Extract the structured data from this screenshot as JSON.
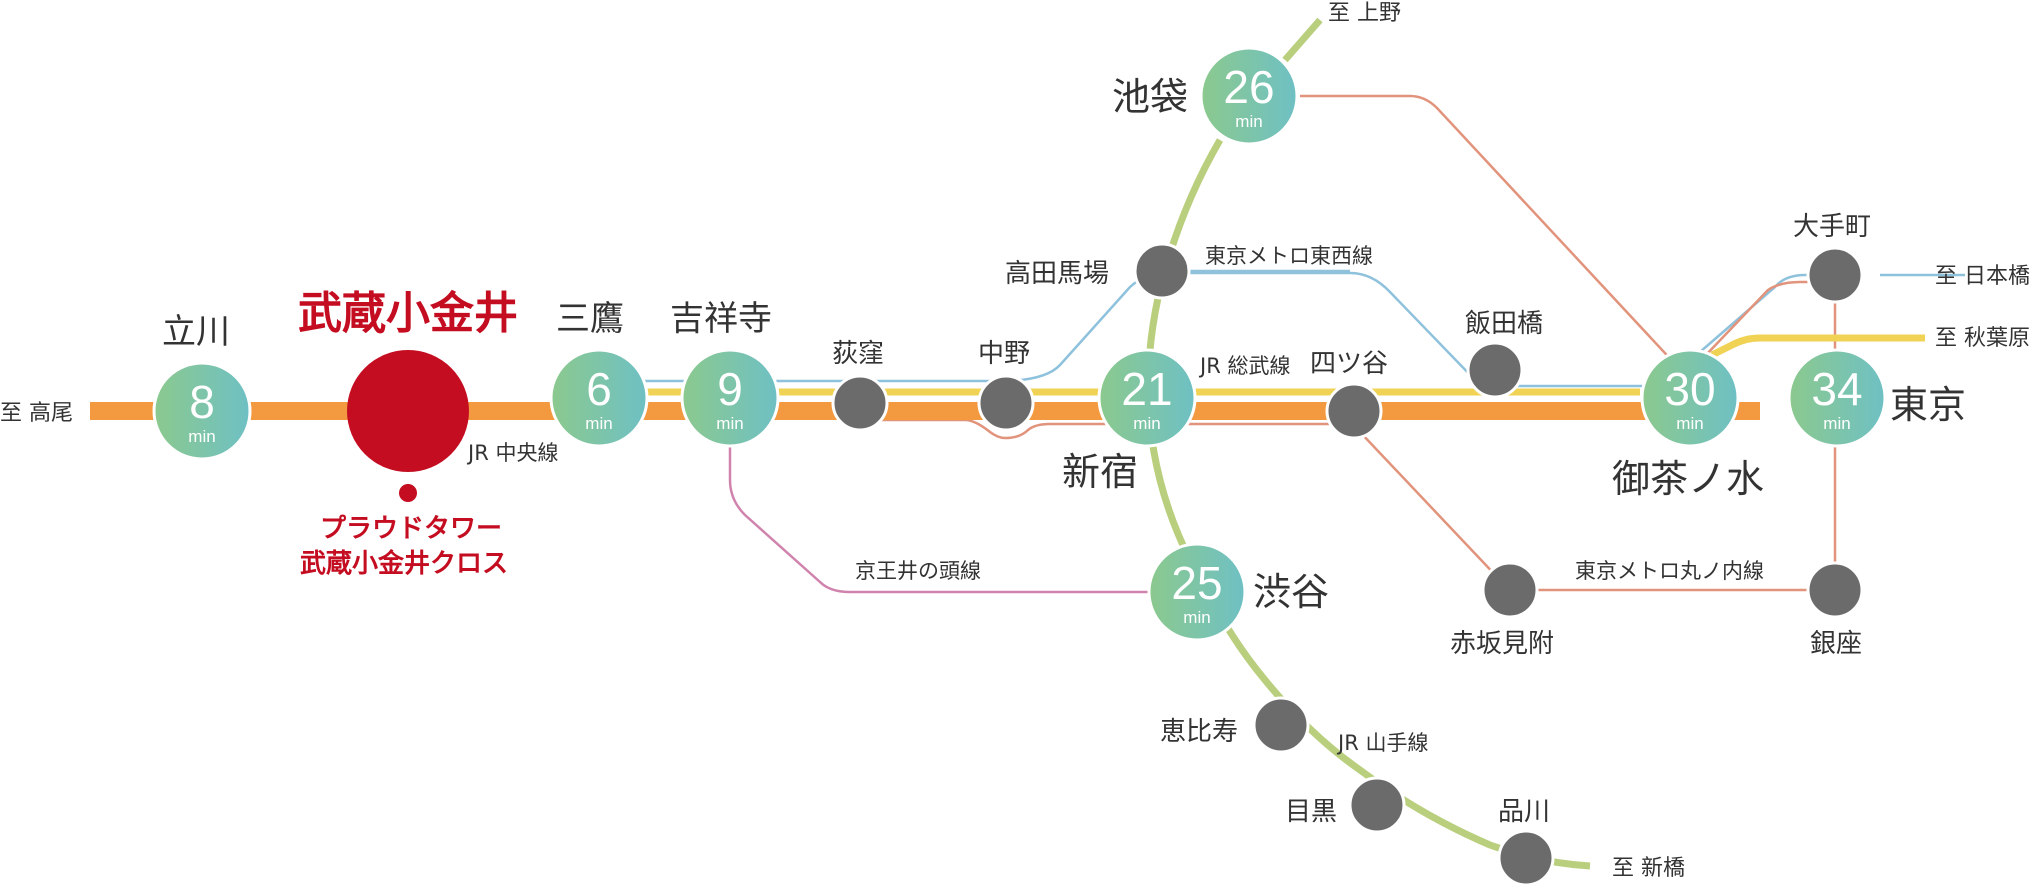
{
  "colors": {
    "chuo": "#f39a40",
    "sobu": "#f0d255",
    "yamanote": "#b9cf7e",
    "tozai": "#8ec1dc",
    "marunouchi": "#e2937c",
    "keio": "#d084ad",
    "station_gray": "#6b6b6b",
    "home_red": "#c40d20"
  },
  "lines": {
    "chuo": "JR 中央線",
    "sobu": "JR 総武線",
    "yamanote": "JR 山手線",
    "tozai": "東京メトロ東西線",
    "marunouchi": "東京メトロ丸ノ内線",
    "keio": "京王井の頭線"
  },
  "directions": {
    "takao": "至 高尾",
    "ueno": "至 上野",
    "nihonbashi": "至 日本橋",
    "akihabara": "至 秋葉原",
    "shinbashi": "至 新橋"
  },
  "home": {
    "name": "武蔵小金井",
    "property_line1": "プラウドタワー",
    "property_line2": "武蔵小金井クロス"
  },
  "unit": "min",
  "timed_stations": {
    "tachikawa": {
      "name": "立川",
      "minutes": "8"
    },
    "mitaka": {
      "name": "三鷹",
      "minutes": "6"
    },
    "kichijoji": {
      "name": "吉祥寺",
      "minutes": "9"
    },
    "shinjuku": {
      "name": "新宿",
      "minutes": "21"
    },
    "ikebukuro": {
      "name": "池袋",
      "minutes": "26"
    },
    "shibuya": {
      "name": "渋谷",
      "minutes": "25"
    },
    "ochanomizu": {
      "name": "御茶ノ水",
      "minutes": "30"
    },
    "tokyo": {
      "name": "東京",
      "minutes": "34"
    }
  },
  "stations": {
    "ogikubo": "荻窪",
    "nakano": "中野",
    "takadanobaba": "高田馬場",
    "yotsuya": "四ツ谷",
    "iidabashi": "飯田橋",
    "otemachi": "大手町",
    "akasakamitsuke": "赤坂見附",
    "ginza": "銀座",
    "ebisu": "恵比寿",
    "meguro": "目黒",
    "shinagawa": "品川"
  }
}
